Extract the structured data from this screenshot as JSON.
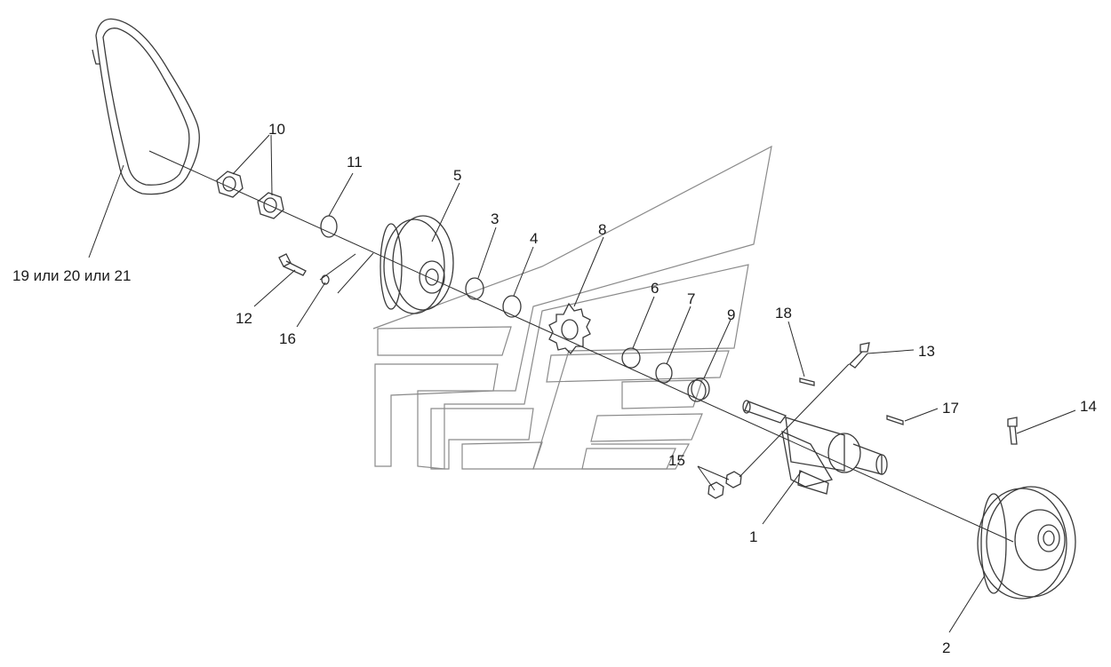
{
  "labels": {
    "p1": "1",
    "p2": "2",
    "p3": "3",
    "p4": "4",
    "p5": "5",
    "p6": "6",
    "p7": "7",
    "p8": "8",
    "p9": "9",
    "p10": "10",
    "p11": "11",
    "p12": "12",
    "p13": "13",
    "p14": "14",
    "p15": "15",
    "p16": "16",
    "p17": "17",
    "p18": "18",
    "p19": "19 или 20 или 21"
  }
}
